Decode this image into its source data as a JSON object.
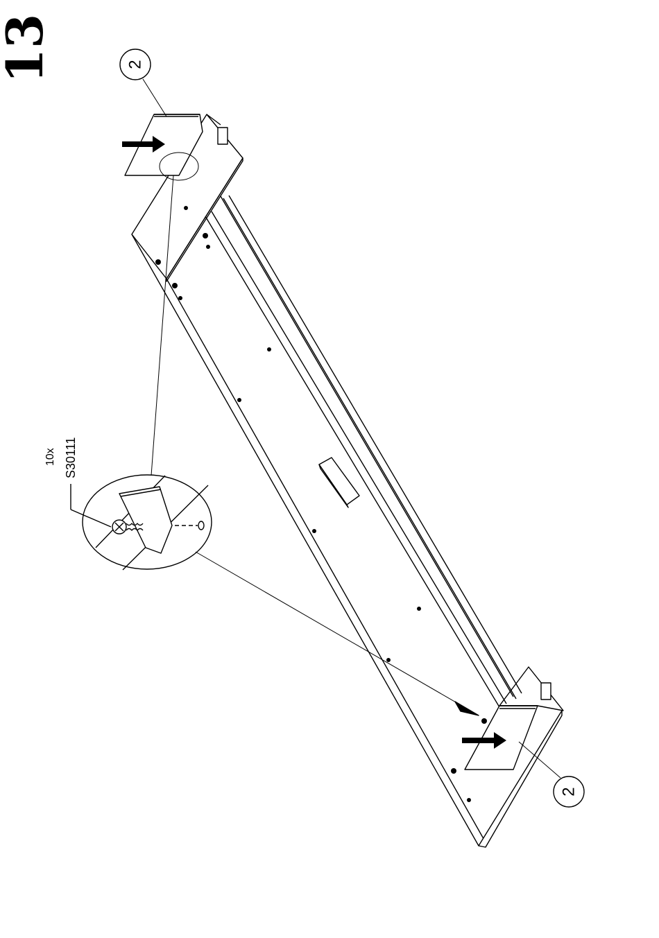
{
  "step": {
    "number": "13"
  },
  "callouts": [
    {
      "id": "top",
      "text": "2"
    },
    {
      "id": "bottom",
      "text": "2"
    }
  ],
  "hardware": {
    "quantity": "10x",
    "code": "S30111"
  },
  "colors": {
    "ink": "#000000",
    "paper": "#ffffff",
    "arrow": "#000000"
  }
}
